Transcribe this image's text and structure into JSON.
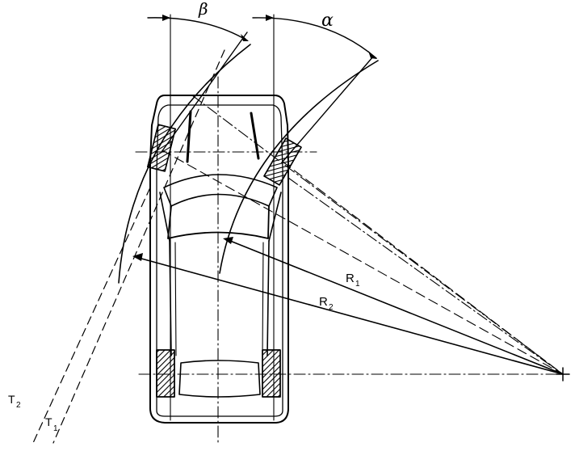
{
  "labels": {
    "beta": "β",
    "alpha": "α",
    "r1": "R",
    "r1_sub": "1",
    "r2": "R",
    "r2_sub": "2",
    "t1": "T",
    "t1_sub": "1",
    "t2": "T",
    "t2_sub": "2"
  },
  "colors": {
    "ink": "#000000",
    "paper": "#ffffff"
  }
}
